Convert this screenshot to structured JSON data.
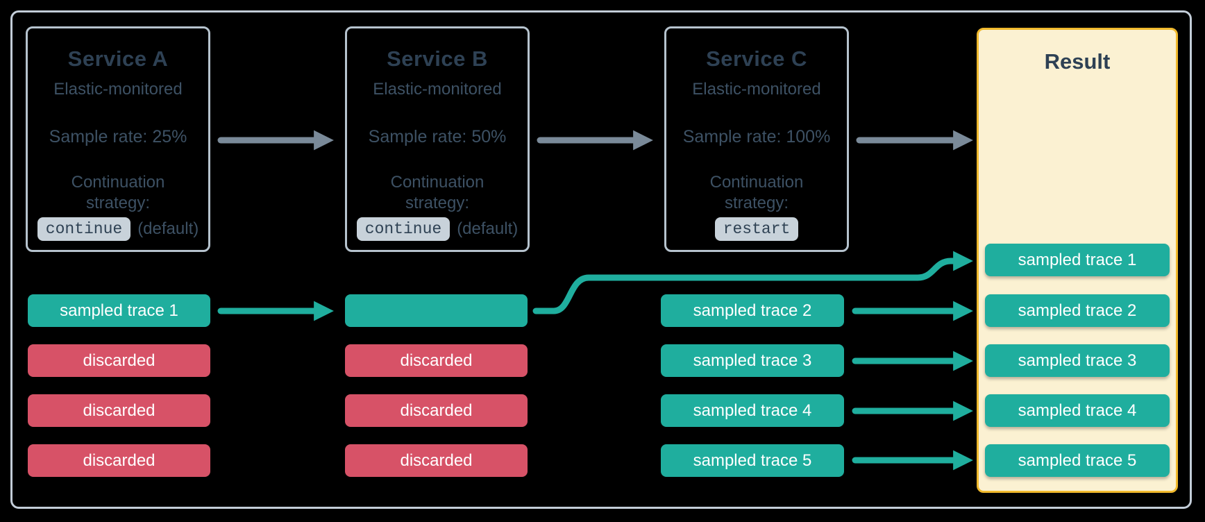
{
  "colors": {
    "background": "#000000",
    "frame_border": "#c3cdd8",
    "box_border": "#b6c3ce",
    "title_text": "#2e4154",
    "body_text": "#3d5164",
    "chip_bg": "#c8d2da",
    "chip_text": "#2f4254",
    "teal": "#1fae9e",
    "red": "#d75267",
    "pill_text": "#ffffff",
    "result_bg": "#fbf1d2",
    "result_border": "#f0b92d",
    "arrow_gray": "#7a8a99"
  },
  "services": [
    {
      "title": "Service A",
      "subtitle": "Elastic-monitored",
      "sample_rate": "Sample rate: 25%",
      "strategy_label": "Continuation strategy:",
      "strategy_code": "continue",
      "strategy_suffix": "(default)"
    },
    {
      "title": "Service B",
      "subtitle": "Elastic-monitored",
      "sample_rate": "Sample rate: 50%",
      "strategy_label": "Continuation strategy:",
      "strategy_code": "continue",
      "strategy_suffix": "(default)"
    },
    {
      "title": "Service C",
      "subtitle": "Elastic-monitored",
      "sample_rate": "Sample rate: 100%",
      "strategy_label": "Continuation strategy:",
      "strategy_code": "restart",
      "strategy_suffix": ""
    }
  ],
  "rows": {
    "service_a": [
      {
        "label": "sampled trace 1",
        "type": "sampled"
      },
      {
        "label": "discarded",
        "type": "discarded"
      },
      {
        "label": "discarded",
        "type": "discarded"
      },
      {
        "label": "discarded",
        "type": "discarded"
      }
    ],
    "service_b": [
      {
        "label": "",
        "type": "sampled"
      },
      {
        "label": "discarded",
        "type": "discarded"
      },
      {
        "label": "discarded",
        "type": "discarded"
      },
      {
        "label": "discarded",
        "type": "discarded"
      }
    ],
    "service_c": [
      {
        "label": "sampled trace 2",
        "type": "sampled"
      },
      {
        "label": "sampled trace 3",
        "type": "sampled"
      },
      {
        "label": "sampled trace 4",
        "type": "sampled"
      },
      {
        "label": "sampled trace 5",
        "type": "sampled"
      }
    ]
  },
  "result": {
    "title": "Result",
    "pills": [
      "sampled trace 1",
      "sampled trace 2",
      "sampled trace 3",
      "sampled trace 4",
      "sampled trace 5"
    ]
  }
}
